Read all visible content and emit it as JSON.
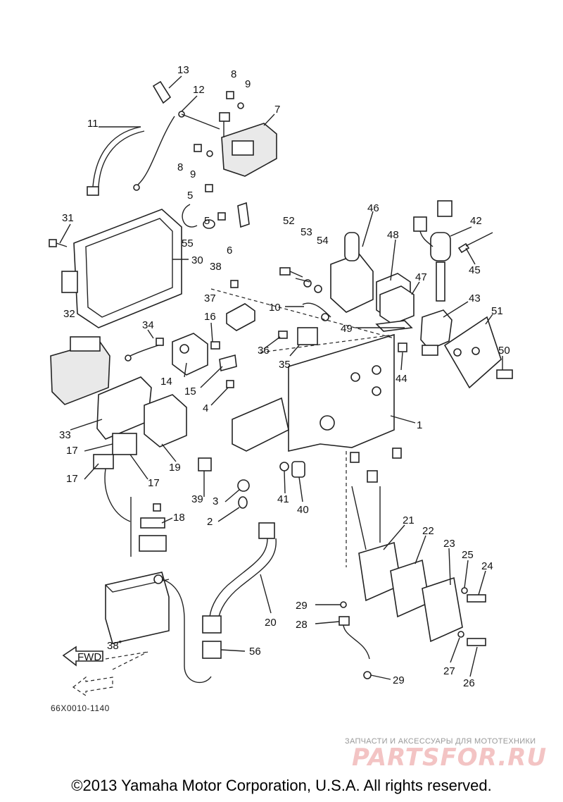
{
  "diagram": {
    "code": "66X0010-1140",
    "fwd_label": "FWD",
    "angle_label": "38˚",
    "copyright": "©2013 Yamaha Motor Corporation, U.S.A. All rights reserved."
  },
  "watermark": {
    "caption": "ЗАПЧАСТИ И АКСЕССУАРЫ ДЛЯ МОТОТЕХНИКИ",
    "logo": "PARTSFOR.RU"
  },
  "parts": [
    {
      "id": "p13",
      "n": "13"
    },
    {
      "id": "p12",
      "n": "12"
    },
    {
      "id": "p11",
      "n": "11"
    },
    {
      "id": "p8a",
      "n": "8"
    },
    {
      "id": "p9a",
      "n": "9"
    },
    {
      "id": "p7",
      "n": "7"
    },
    {
      "id": "p8b",
      "n": "8"
    },
    {
      "id": "p9b",
      "n": "9"
    },
    {
      "id": "p5a",
      "n": "5"
    },
    {
      "id": "p5b",
      "n": "5"
    },
    {
      "id": "p55",
      "n": "55"
    },
    {
      "id": "p6",
      "n": "6"
    },
    {
      "id": "p31",
      "n": "31"
    },
    {
      "id": "p30",
      "n": "30"
    },
    {
      "id": "p38",
      "n": "38"
    },
    {
      "id": "p37",
      "n": "37"
    },
    {
      "id": "p52",
      "n": "52"
    },
    {
      "id": "p53",
      "n": "53"
    },
    {
      "id": "p54",
      "n": "54"
    },
    {
      "id": "p46",
      "n": "46"
    },
    {
      "id": "p48",
      "n": "48"
    },
    {
      "id": "p47",
      "n": "47"
    },
    {
      "id": "p42",
      "n": "42"
    },
    {
      "id": "p45",
      "n": "45"
    },
    {
      "id": "p10",
      "n": "10"
    },
    {
      "id": "p49",
      "n": "49"
    },
    {
      "id": "p43",
      "n": "43"
    },
    {
      "id": "p51",
      "n": "51"
    },
    {
      "id": "p32",
      "n": "32"
    },
    {
      "id": "p34",
      "n": "34"
    },
    {
      "id": "p16",
      "n": "16"
    },
    {
      "id": "p36",
      "n": "36"
    },
    {
      "id": "p35",
      "n": "35"
    },
    {
      "id": "p44",
      "n": "44"
    },
    {
      "id": "p50",
      "n": "50"
    },
    {
      "id": "p14",
      "n": "14"
    },
    {
      "id": "p15",
      "n": "15"
    },
    {
      "id": "p4",
      "n": "4"
    },
    {
      "id": "p1",
      "n": "1"
    },
    {
      "id": "p33",
      "n": "33"
    },
    {
      "id": "p17a",
      "n": "17"
    },
    {
      "id": "p17b",
      "n": "17"
    },
    {
      "id": "p17c",
      "n": "17"
    },
    {
      "id": "p19",
      "n": "19"
    },
    {
      "id": "p39",
      "n": "39"
    },
    {
      "id": "p3",
      "n": "3"
    },
    {
      "id": "p41",
      "n": "41"
    },
    {
      "id": "p40",
      "n": "40"
    },
    {
      "id": "p2",
      "n": "2"
    },
    {
      "id": "p18",
      "n": "18"
    },
    {
      "id": "p21",
      "n": "21"
    },
    {
      "id": "p22",
      "n": "22"
    },
    {
      "id": "p23",
      "n": "23"
    },
    {
      "id": "p25",
      "n": "25"
    },
    {
      "id": "p24",
      "n": "24"
    },
    {
      "id": "p29a",
      "n": "29"
    },
    {
      "id": "p20",
      "n": "20"
    },
    {
      "id": "p28",
      "n": "28"
    },
    {
      "id": "p27",
      "n": "27"
    },
    {
      "id": "p56",
      "n": "56"
    },
    {
      "id": "p29b",
      "n": "29"
    },
    {
      "id": "p26",
      "n": "26"
    }
  ]
}
